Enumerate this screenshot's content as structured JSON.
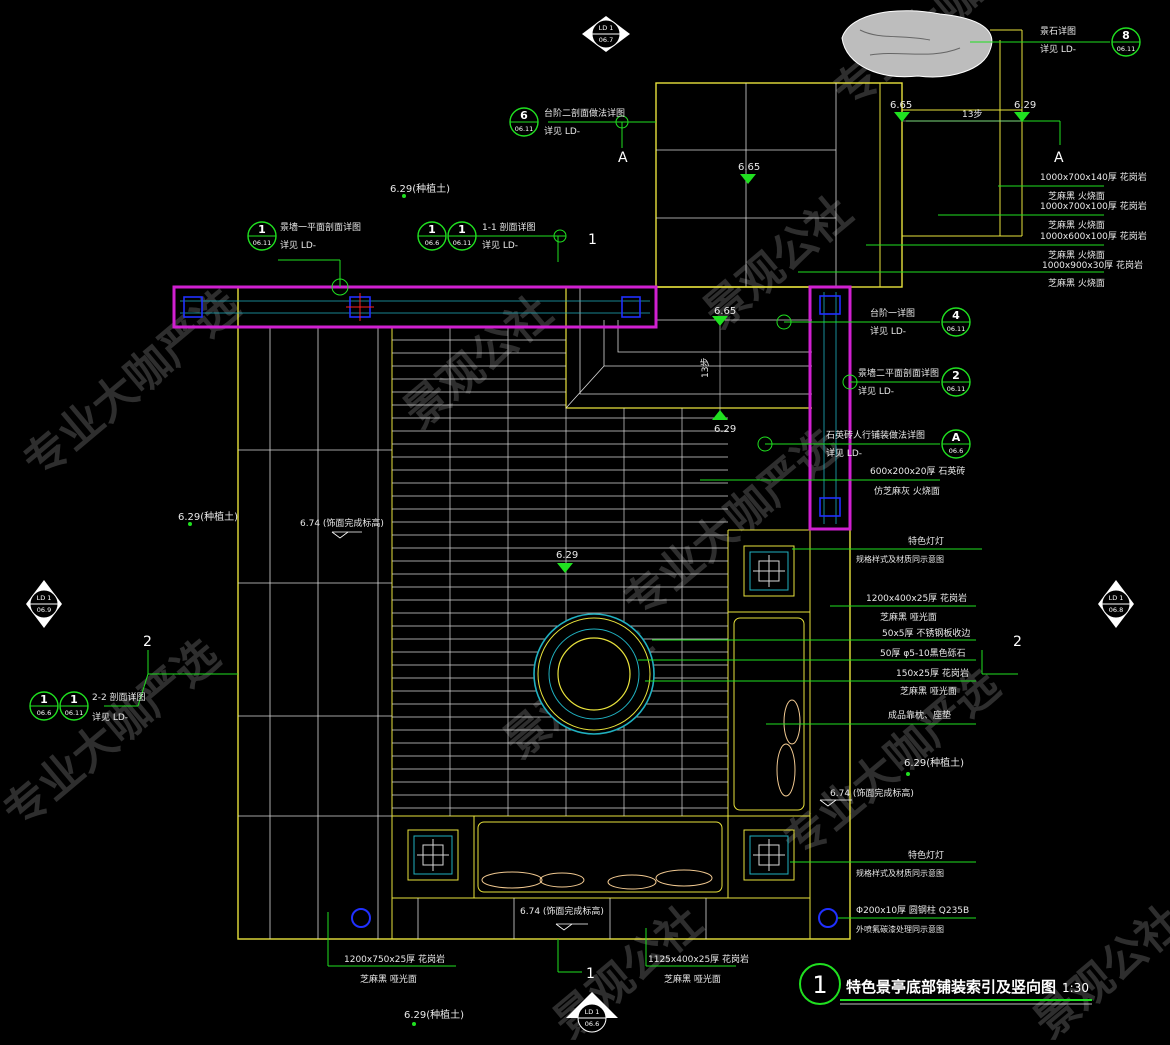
{
  "title": {
    "number": "1",
    "text": "特色景亭底部铺装索引及竖向图",
    "scale": "1:30"
  },
  "colors": {
    "background": "#000000",
    "outline_yellow": "#e8e23c",
    "grid_white": "#d8d8d8",
    "leader_green": "#20e020",
    "beam_magenta": "#d020d0",
    "column_blue": "#2030ff",
    "cyan_ring": "#20b0c0"
  },
  "watermark": {
    "text_1": "景观公社",
    "text_2": "专业大咖严选"
  },
  "elevation_labels": {
    "top_left_fill": "6.29(种植土)",
    "left_fill": "6.29(种植土)",
    "left_finish": "6.74 (饰面完成标高)",
    "platform_top": "6.65",
    "platform_inner": "6.65",
    "platform_right": "6.29",
    "entrance_top": "6.65",
    "entrance_bottom": "6.29",
    "entrance_dim": "13步",
    "platform_dim": "13步",
    "center": "6.29",
    "right_fill": "6.29(种植土)",
    "right_finish": "6.74 (饰面完成标高)",
    "bottom_finish": "6.74 (饰面完成标高)",
    "bottom_fill": "6.29(种植土)"
  },
  "index_tags": {
    "ld_top": {
      "num": "LD 1",
      "sheet": "06.7"
    },
    "ld_left": {
      "num": "LD 1",
      "sheet": "06.9"
    },
    "ld_right": {
      "num": "LD 1",
      "sheet": "06.8"
    },
    "ld_bottom": {
      "num": "LD 1",
      "sheet": "06.6"
    },
    "rock": {
      "num": "8",
      "sheet": "06.11"
    },
    "step_2": {
      "num": "6",
      "sheet": "06.11"
    },
    "wall_1_a": {
      "num": "1",
      "sheet": "06.11"
    },
    "section_1_a": {
      "num": "1",
      "sheet": "06.6"
    },
    "section_1_b": {
      "num": "1",
      "sheet": "06.11"
    },
    "section_2_a": {
      "num": "1",
      "sheet": "06.6"
    },
    "section_2_b": {
      "num": "1",
      "sheet": "06.11"
    },
    "step_1": {
      "num": "4",
      "sheet": "06.11"
    },
    "wall_2": {
      "num": "2",
      "sheet": "06.11"
    },
    "seat_detail": {
      "num": "A",
      "sheet": "06.6"
    }
  },
  "callouts": {
    "rock": {
      "line1": "景石详图",
      "line2": "详见 LD-"
    },
    "step_2": {
      "line1": "台阶二剖面做法详图",
      "line2": "详见 LD-"
    },
    "wall_1": {
      "line1": "景墙一平面剖面详图",
      "line2": "详见 LD-"
    },
    "section_1": {
      "line1": "1-1 剖面详图",
      "line2": "详见 LD-"
    },
    "section_2": {
      "line1": "2-2 剖面详图",
      "line2": "详见 LD-"
    },
    "step_1": {
      "line1": "台阶一详图",
      "line2": "详见 LD-"
    },
    "wall_2": {
      "line1": "景墙二平面剖面详图",
      "line2": "详见 LD-"
    },
    "seat": {
      "line1": "石英砖人行铺装做法详图",
      "line2": "详见 LD-"
    }
  },
  "section_marks": {
    "a_left": "A",
    "a_right": "A",
    "s1_top": "1",
    "s1_bottom": "1",
    "s2_left": "2",
    "s2_right": "2"
  },
  "materials": {
    "platform_1": {
      "line1": "1000x700x140厚 花岗岩",
      "line2": "芝麻黑 火烧面"
    },
    "platform_2": {
      "line1": "1000x700x100厚 花岗岩",
      "line2": "芝麻黑 火烧面"
    },
    "platform_3": {
      "line1": "1000x600x100厚 花岗岩",
      "line2": "芝麻黑 火烧面"
    },
    "platform_4": {
      "line1": "1000x900x30厚 花岗岩",
      "line2": "芝麻黑 火烧面"
    },
    "paving_main": {
      "line1": "600x200x20厚 石英砖",
      "line2": "仿芝麻灰 火烧面"
    },
    "lamp_top": {
      "line1": "特色灯灯",
      "line2": "规格样式及材质同示意图"
    },
    "border_1200": {
      "line1": "1200x400x25厚 花岗岩",
      "line2": "芝麻黑 哑光面"
    },
    "ring_50x5": {
      "line1": "50x5厚 不锈钢板收边"
    },
    "pebble": {
      "line1": "50厚 φ5-10黑色砾石"
    },
    "ring_150": {
      "line1": "150x25厚 花岗岩",
      "line2": "芝麻黑 哑光面"
    },
    "cushion": {
      "line1": "成品靠枕、座垫"
    },
    "lamp_bottom": {
      "line1": "特色灯灯",
      "line2": "规格样式及材质同示意图"
    },
    "column": {
      "line1": "Φ200x10厚 圆钢柱 Q235B",
      "line2": "外喷氟碳漆处理同示意图"
    },
    "bottom_left": {
      "line1": "1200x750x25厚 花岗岩",
      "line2": "芝麻黑 哑光面"
    },
    "bottom_mid": {
      "line1": "1125x400x25厚 花岗岩",
      "line2": "芝麻黑 哑光面"
    }
  }
}
